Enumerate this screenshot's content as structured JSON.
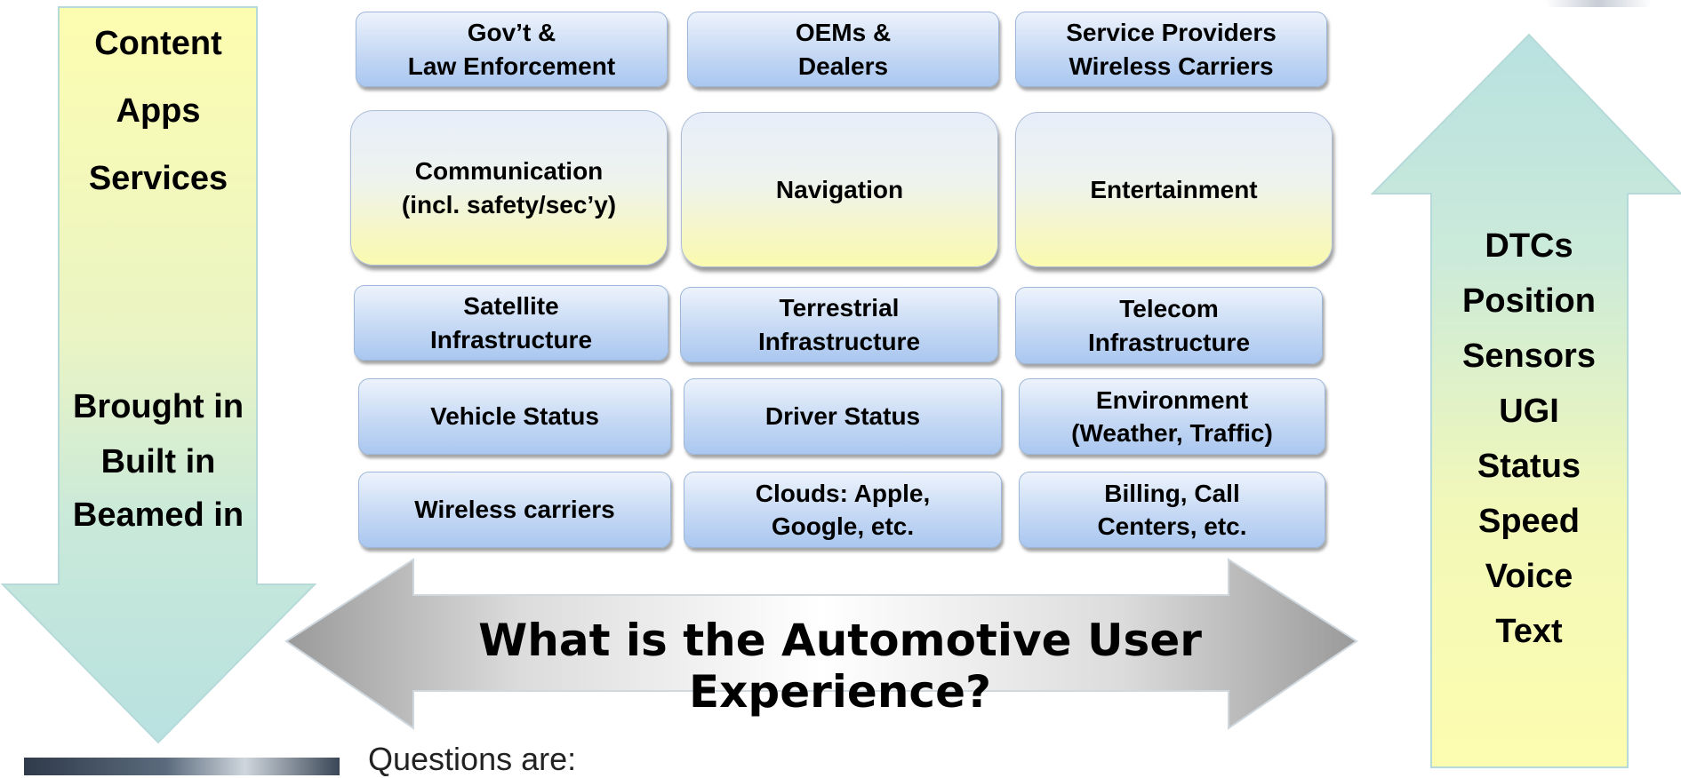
{
  "left_arrow": {
    "lines_top": [
      "Content",
      "Apps",
      "Services"
    ],
    "lines_bottom": [
      "Brought in",
      "Built in",
      "Beamed in"
    ]
  },
  "right_arrow": {
    "lines": [
      "DTCs",
      "Position",
      "Sensors",
      "UGI",
      "Status",
      "Speed",
      "Voice",
      "Text"
    ]
  },
  "grid": {
    "row1": [
      {
        "l1": "Gov’t &",
        "l2": "Law Enforcement"
      },
      {
        "l1": "OEMs &",
        "l2": "Dealers"
      },
      {
        "l1": "Service Providers",
        "l2": "Wireless Carriers"
      }
    ],
    "row2": [
      {
        "l1": "Communication",
        "l2": "(incl. safety/sec’y)"
      },
      {
        "l1": "Navigation"
      },
      {
        "l1": "Entertainment"
      }
    ],
    "row3": [
      {
        "l1": "Satellite",
        "l2": "Infrastructure"
      },
      {
        "l1": "Terrestrial",
        "l2": "Infrastructure"
      },
      {
        "l1": "Telecom",
        "l2": "Infrastructure"
      }
    ],
    "row4": [
      {
        "l1": "Vehicle Status"
      },
      {
        "l1": "Driver Status"
      },
      {
        "l1": "Environment",
        "l2": "(Weather, Traffic)"
      }
    ],
    "row5": [
      {
        "l1": "Wireless carriers"
      },
      {
        "l1": "Clouds: Apple,",
        "l2": "Google, etc."
      },
      {
        "l1": "Billing, Call",
        "l2": "Centers, etc."
      }
    ]
  },
  "title": "What is the Automotive User Experience?",
  "questions": "Questions are:"
}
